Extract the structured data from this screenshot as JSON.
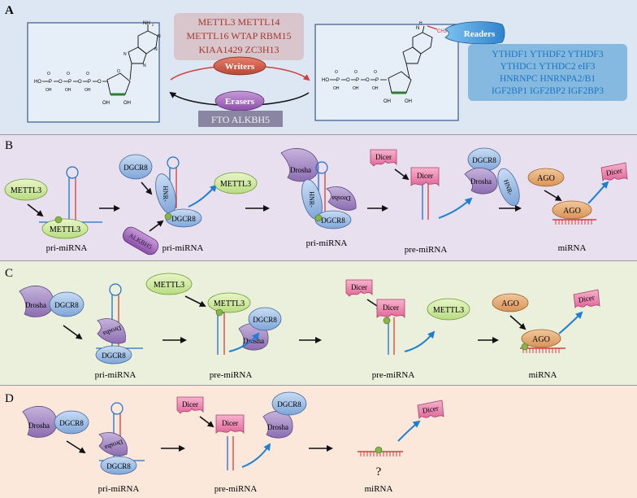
{
  "panels": {
    "a": {
      "label": "A"
    },
    "b": {
      "label": "B"
    },
    "c": {
      "label": "C"
    },
    "d": {
      "label": "D"
    }
  },
  "panel_a": {
    "writers_lines": [
      "METTL3 METTL14",
      "METTL16 WTAP RBM15",
      "KIAA1429 ZC3H13"
    ],
    "writers_label": "Writers",
    "erasers_label": "Erasers",
    "erasers_list": "FTO ALKBH5",
    "readers_label": "Readers",
    "readers_lines": [
      "YTHDF1 YTHDF2 YTHDF3",
      "YTHDC1 YTHDC2 eIF3",
      "HNRNPC HNRNPA2/B1",
      "IGF2BP1 IGF2BP2 IGF2BP3"
    ],
    "methyl_label": "CH3",
    "colors": {
      "writers_text": "#a3362e",
      "readers_text": "#1a73c4",
      "readers_box": "#6aa9d8",
      "erasers_box": "#8a85a0"
    }
  },
  "proteins": {
    "mettl3": "METTL3",
    "dgcr8": "DGCR8",
    "drosha": "Drosha",
    "dicer": "Dicer",
    "ago": "AGO",
    "alkbh5": "ALKBH5",
    "hnr": "HNR-"
  },
  "rna": {
    "pri": "pri-miRNA",
    "pre": "pre-miRNA",
    "mirna": "miRNA",
    "unknown": "?"
  }
}
